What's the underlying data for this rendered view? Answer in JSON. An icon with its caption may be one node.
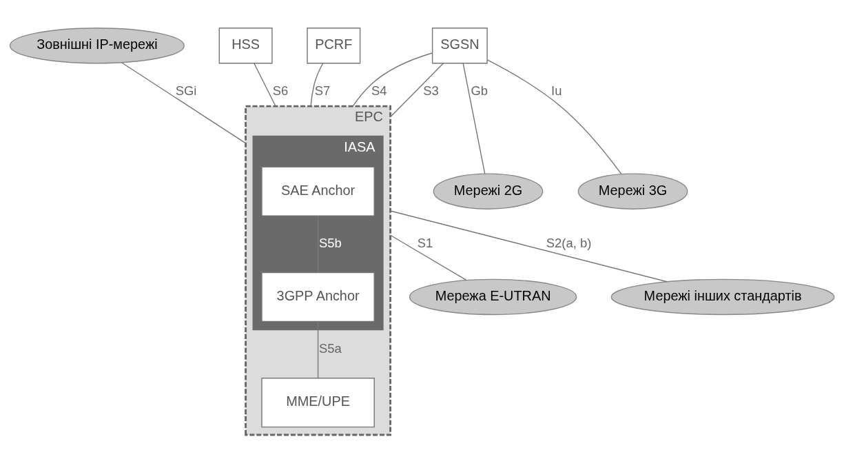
{
  "diagram": {
    "nodes": [
      {
        "text": [
          "Зовнішні IP-мережі"
        ]
      },
      {
        "text": [
          "HSS"
        ]
      },
      {
        "text": [
          "PCRF"
        ]
      },
      {
        "text": [
          "EPC"
        ]
      },
      {
        "text": [
          "IASA"
        ],
        "in": 3
      },
      {
        "text": [
          "SAE Anchor"
        ],
        "in": 4
      },
      {
        "text": [
          "3GPP Anchor"
        ],
        "in": 4
      },
      {
        "text": [
          "MME/UPE"
        ],
        "in": 3
      },
      {
        "text": [
          "SGSN"
        ]
      },
      {
        "text": [
          "Мережі 2G"
        ]
      },
      {
        "text": [
          "Мережі 3G"
        ]
      },
      {
        "text": [
          "Мережа E-UTRAN"
        ]
      },
      {
        "text": [
          "Мережі інших стандартів"
        ]
      }
    ],
    "edges": [
      {
        "from": 0,
        "to": 3,
        "arrow": "none",
        "label": "SGi"
      },
      {
        "from": 1,
        "to": 3,
        "arrow": "none",
        "label": "S6"
      },
      {
        "from": 2,
        "to": 3,
        "arrow": "none",
        "label": "S7"
      },
      {
        "from": 5,
        "to": 6,
        "arrow": "none",
        "label": "S5b"
      },
      {
        "from": 6,
        "to": 7,
        "arrow": "none",
        "label": "S5a"
      },
      {
        "from": 3,
        "to": 12,
        "arrow": "none",
        "label": "S2(a, b)"
      },
      {
        "from": 8,
        "to": 3,
        "arrow": "none",
        "label": "S4"
      },
      {
        "from": 8,
        "to": 3,
        "arrow": "none",
        "label": "S3"
      },
      {
        "from": 8,
        "to": 9,
        "arrow": "none",
        "label": "Gb"
      },
      {
        "from": 8,
        "to": 10,
        "arrow": "none",
        "label": "Iu"
      },
      {
        "from": 3,
        "to": 11,
        "arrow": "none",
        "label": "S1"
      }
    ]
  }
}
